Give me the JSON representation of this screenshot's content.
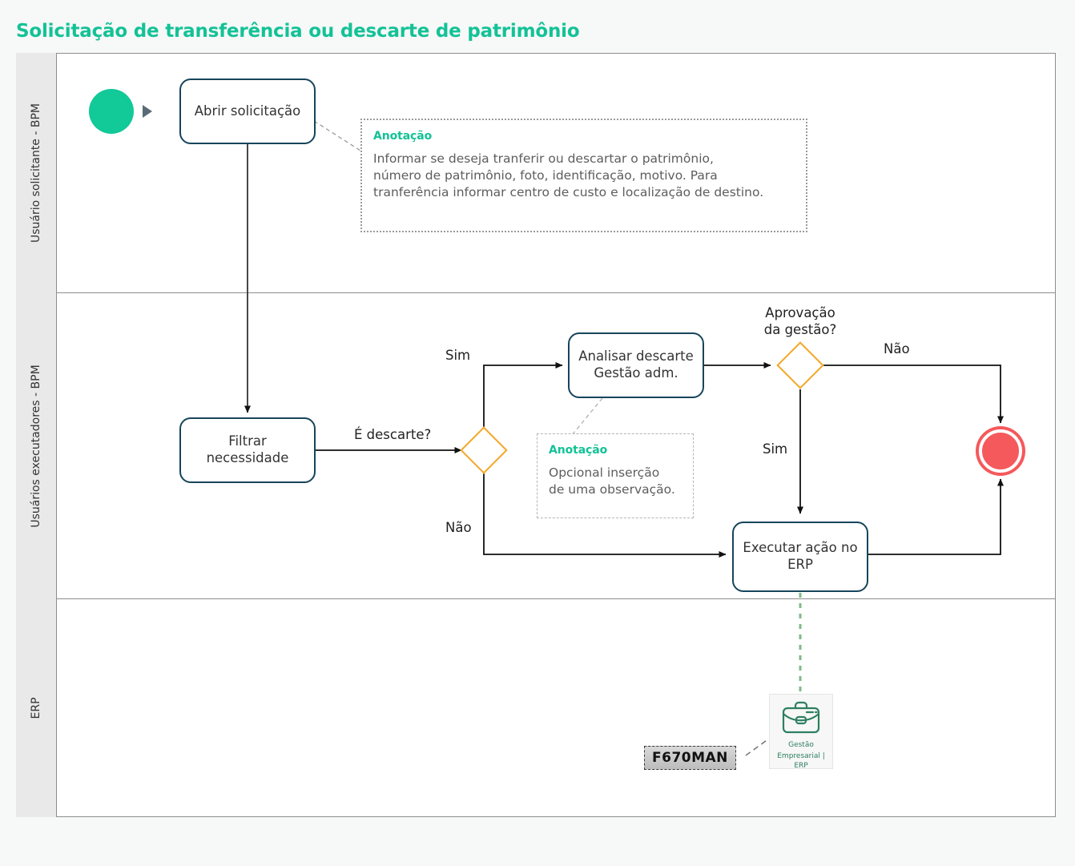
{
  "page": {
    "title": "Solicitação de transferência ou descarte de patrimônio",
    "accent_color": "#13c296",
    "gateway_color": "#f4a72a",
    "task_border_color": "#17455c",
    "start_color": "#12c998",
    "end_color": "#f5595c"
  },
  "lanes": [
    {
      "id": "lane-solicitante",
      "label": "Usuário solicitante - BPM"
    },
    {
      "id": "lane-executadores",
      "label": "Usuários executadores - BPM"
    },
    {
      "id": "lane-erp",
      "label": "ERP"
    }
  ],
  "nodes": {
    "start_event": {
      "name": "start-event",
      "type": "start"
    },
    "task_abrir": {
      "label": "Abrir solicitação",
      "type": "task"
    },
    "task_filtrar": {
      "label": "Filtrar\nnecessidade",
      "type": "task"
    },
    "task_analisar": {
      "label": "Analisar descarte\nGestão adm.",
      "type": "task"
    },
    "task_executar": {
      "label": "Executar ação no\nERP",
      "type": "task"
    },
    "gateway_descarte": {
      "label": "É descarte?",
      "type": "exclusive-gateway"
    },
    "gateway_aprovacao": {
      "label": "Aprovação\nda gestão?",
      "type": "exclusive-gateway"
    },
    "end_event": {
      "name": "end-event",
      "type": "end"
    }
  },
  "flow_labels": {
    "descarte_sim": "Sim",
    "descarte_nao": "Não",
    "aprovacao_sim": "Sim",
    "aprovacao_nao": "Não"
  },
  "annotations": [
    {
      "id": "anno-abrir",
      "title": "Anotação",
      "text": "Informar se deseja tranferir ou descartar o patrimônio,\nnúmero de patrimônio, foto, identificação, motivo. Para\ntranferência informar centro de custo e localização de destino."
    },
    {
      "id": "anno-analisar",
      "title": "Anotação",
      "text": "Opcional inserção\nde uma observação."
    }
  ],
  "erp": {
    "icon": "briefcase-icon",
    "caption_line1": "Gestão",
    "caption_line2": "Empresarial | ERP",
    "tag": "F670MAN"
  }
}
